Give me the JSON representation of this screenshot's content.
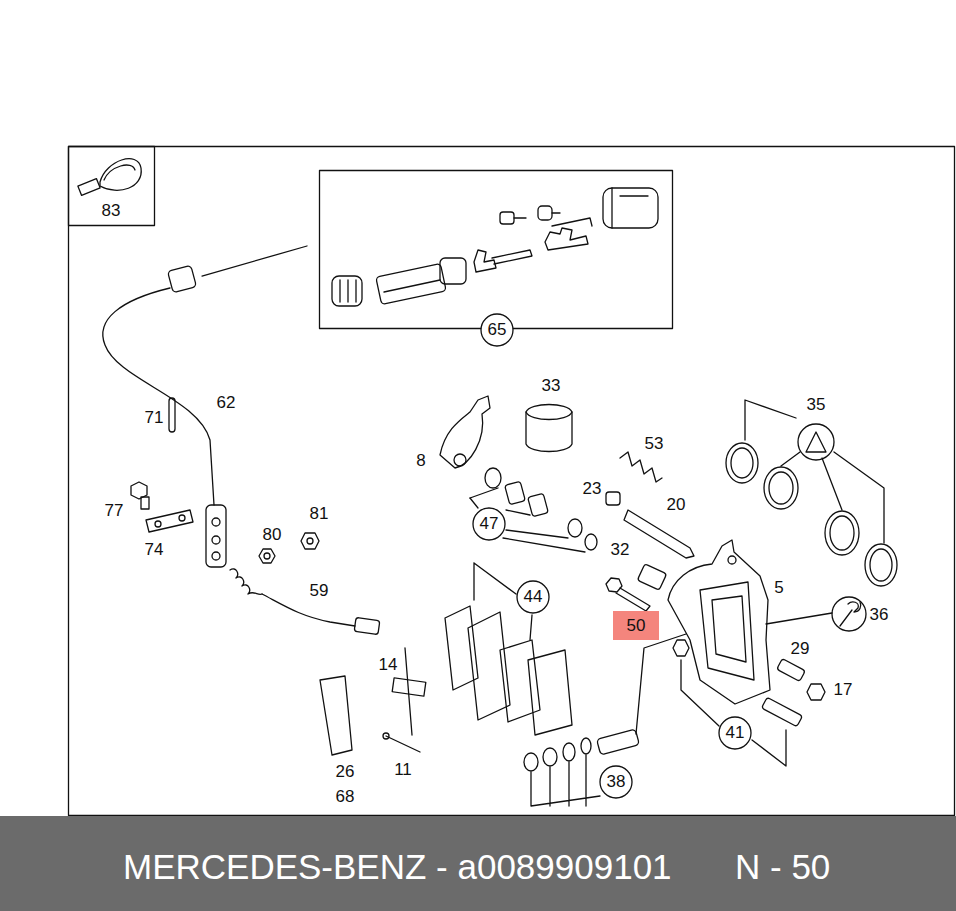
{
  "diagram": {
    "nodes": [
      {
        "text": [
          "83"
        ]
      },
      {
        "text": [
          "65"
        ]
      },
      {
        "text": [
          "47"
        ]
      },
      {
        "text": [
          "44"
        ]
      },
      {
        "text": [
          "50"
        ]
      },
      {
        "text": [
          "41"
        ]
      },
      {
        "text": [
          "38"
        ]
      },
      {
        "text": [
          "MERCEDES-BENZ - a0089909101",
          "N - 50"
        ]
      }
    ],
    "labels": [
      "33",
      "35",
      "8",
      "71",
      "62",
      "53",
      "23",
      "20",
      "77",
      "74",
      "80",
      "81",
      "32",
      "5",
      "59",
      "36",
      "29",
      "14",
      "17",
      "26",
      "11",
      "68"
    ]
  }
}
